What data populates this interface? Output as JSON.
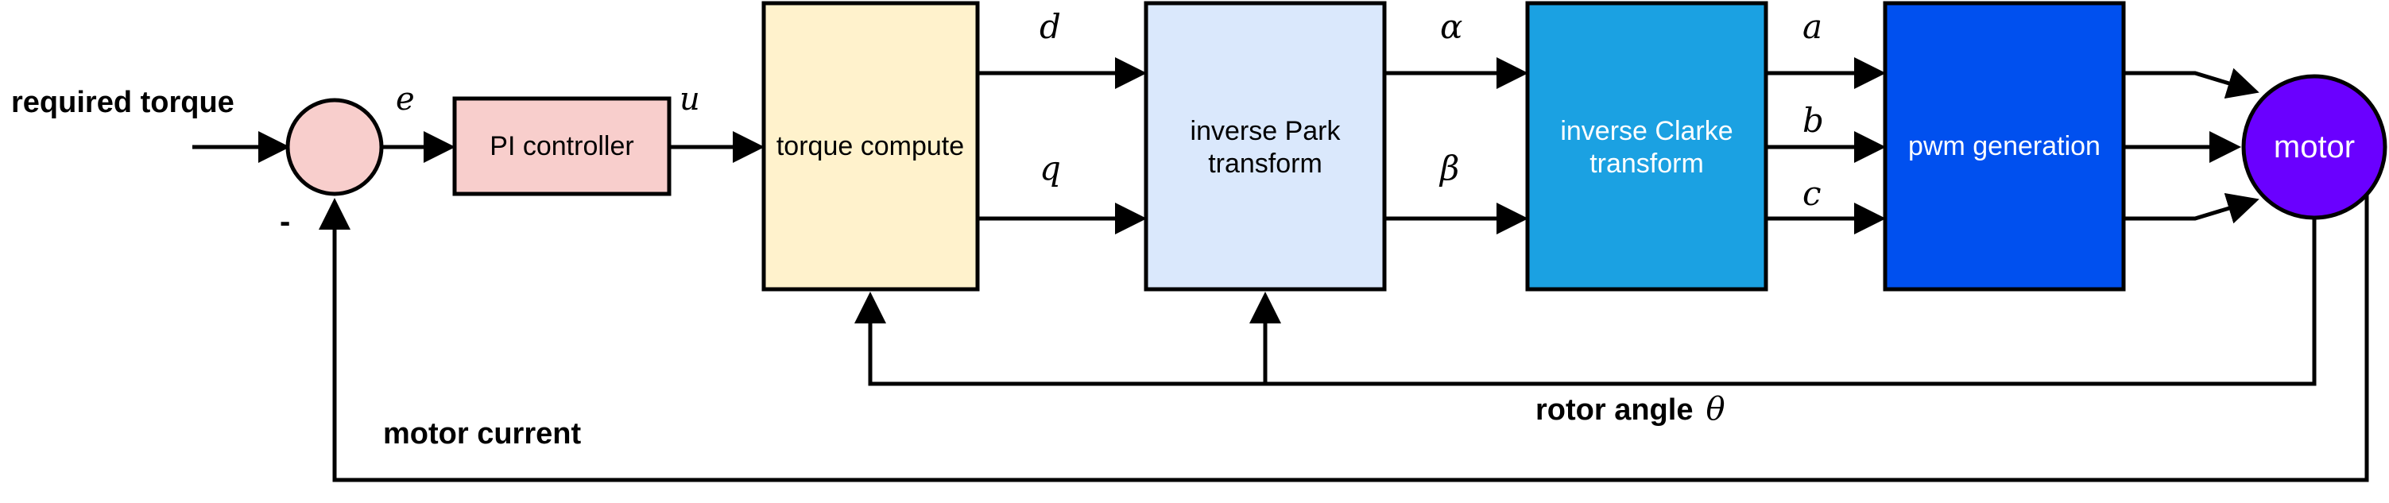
{
  "diagram": {
    "input_label": "required torque",
    "sum_minus": "-",
    "signal_e": "e",
    "signal_u": "u",
    "pi_controller": "PI controller",
    "torque_compute": "torque compute",
    "signal_d": "d",
    "signal_q": "q",
    "inverse_park_line1": "inverse Park",
    "inverse_park_line2": "transform",
    "signal_alpha": "α",
    "signal_beta": "β",
    "inverse_clarke_line1": "inverse Clarke",
    "inverse_clarke_line2": "transform",
    "signal_a": "a",
    "signal_b": "b",
    "signal_c": "c",
    "pwm_generation": "pwm generation",
    "motor": "motor",
    "rotor_angle_text": "rotor angle",
    "rotor_angle_symbol": "θ",
    "motor_current": "motor current"
  },
  "colors": {
    "summing_junction": "#f8cecc",
    "pi_controller": "#f8cecc",
    "torque_compute": "#fff2cc",
    "inverse_park": "#dae8fc",
    "inverse_clarke": "#1ba1e2",
    "pwm_generation": "#0050ef",
    "motor": "#6a00ff"
  }
}
